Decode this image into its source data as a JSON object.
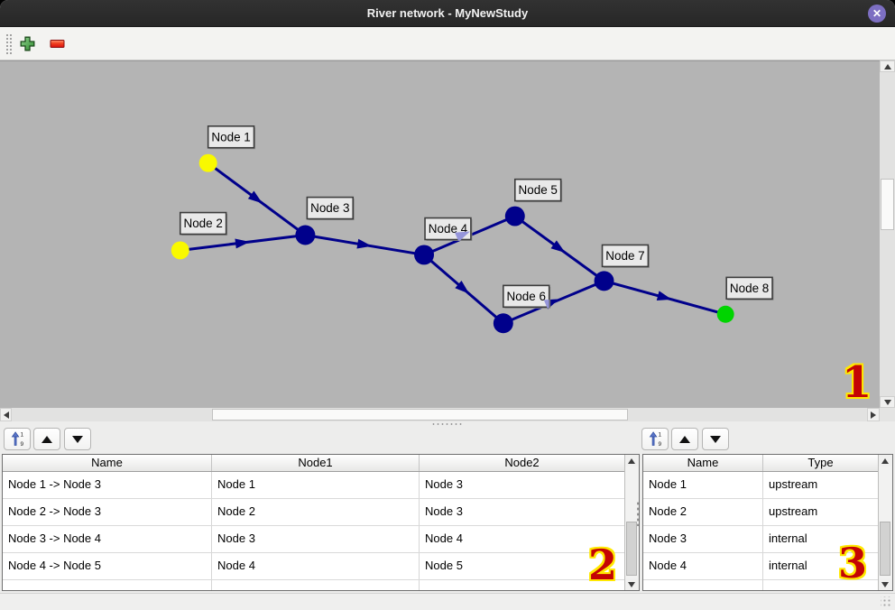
{
  "window": {
    "title": "River network - MyNewStudy",
    "close_glyph": "✕"
  },
  "toolbar": {
    "icons": [
      "add-icon",
      "remove-icon"
    ]
  },
  "canvas": {
    "nodes": [
      {
        "label": "Node 1",
        "color": "#f9f900"
      },
      {
        "label": "Node 2",
        "color": "#f9f900"
      },
      {
        "label": "Node 3",
        "color": "#00008b"
      },
      {
        "label": "Node 4",
        "color": "#00008b"
      },
      {
        "label": "Node 5",
        "color": "#00008b"
      },
      {
        "label": "Node 6",
        "color": "#00008b"
      },
      {
        "label": "Node 7",
        "color": "#00008b"
      },
      {
        "label": "Node 8",
        "color": "#00d400"
      }
    ],
    "edges": [
      {
        "from": "Node 1",
        "to": "Node 3"
      },
      {
        "from": "Node 2",
        "to": "Node 3"
      },
      {
        "from": "Node 3",
        "to": "Node 4"
      },
      {
        "from": "Node 4",
        "to": "Node 5"
      },
      {
        "from": "Node 4",
        "to": "Node 6"
      },
      {
        "from": "Node 5",
        "to": "Node 7"
      },
      {
        "from": "Node 6",
        "to": "Node 7"
      },
      {
        "from": "Node 7",
        "to": "Node 8"
      }
    ],
    "annotation": "1"
  },
  "branches_table": {
    "headers": [
      "Name",
      "Node1",
      "Node2"
    ],
    "rows": [
      [
        "Node 1 -> Node 3",
        "Node 1",
        "Node 3"
      ],
      [
        "Node 2 -> Node 3",
        "Node 2",
        "Node 3"
      ],
      [
        "Node 3 -> Node 4",
        "Node 3",
        "Node 4"
      ],
      [
        "Node 4 -> Node 5",
        "Node 4",
        "Node 5"
      ]
    ],
    "annotation": "2"
  },
  "nodes_table": {
    "headers": [
      "Name",
      "Type"
    ],
    "rows": [
      [
        "Node 1",
        "upstream"
      ],
      [
        "Node 2",
        "upstream"
      ],
      [
        "Node 3",
        "internal"
      ],
      [
        "Node 4",
        "internal"
      ]
    ],
    "annotation": "3"
  },
  "colors": {
    "edge": "#00008b",
    "canvas_bg": "#b4b4b4",
    "titlebar_bg": "#2c2c2c",
    "close_button": "#7d6fc2",
    "annotation_red": "#c40404",
    "annotation_outline": "#ffe800"
  }
}
